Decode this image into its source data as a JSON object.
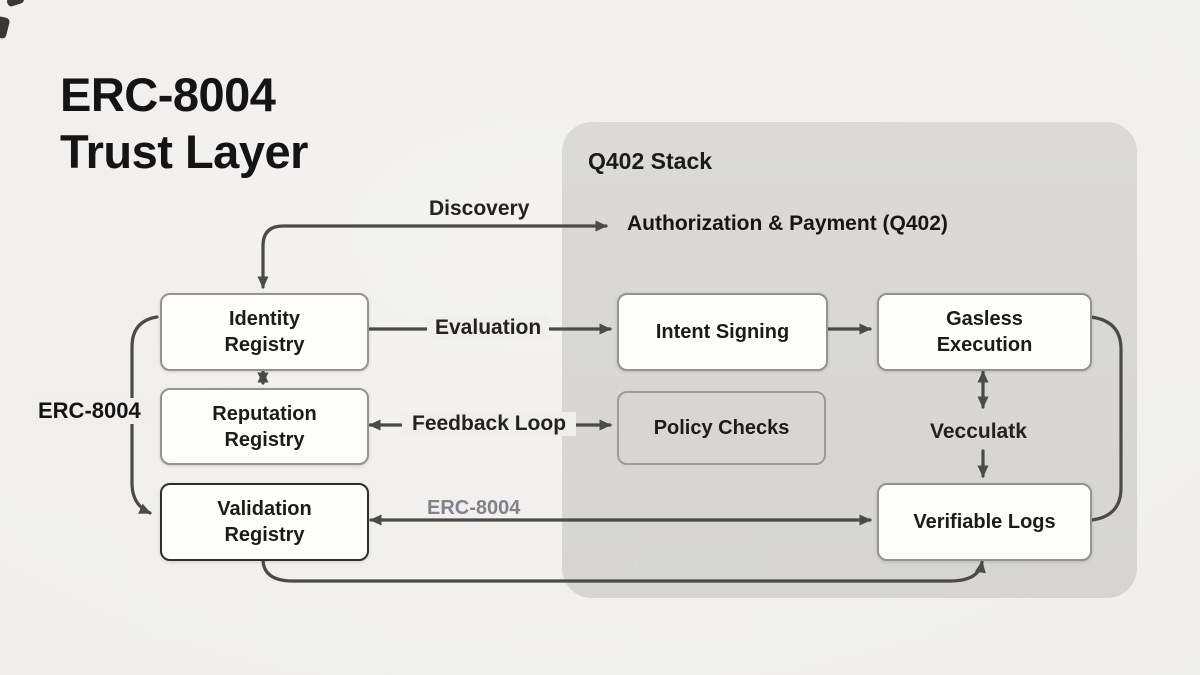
{
  "title": "ERC-8004\nTrust Layer",
  "panel": {
    "label": "Q402 Stack"
  },
  "nodes": {
    "auth_payment": {
      "label": "Authorization & Payment (Q402)"
    },
    "identity_registry": {
      "label": "Identity\nRegistry"
    },
    "reputation_registry": {
      "label": "Reputation\nRegistry"
    },
    "validation_registry": {
      "label": "Validation\nRegistry"
    },
    "intent_signing": {
      "label": "Intent Signing"
    },
    "policy_checks": {
      "label": "Policy Checks"
    },
    "gasless_execution": {
      "label": "Gasless\nExecution"
    },
    "verifiable_logs": {
      "label": "Verifiable Logs"
    }
  },
  "edge_labels": {
    "discovery": "Discovery",
    "evaluation": "Evaluation",
    "feedback_loop": "Feedback Loop",
    "validation_link": "ERC-8004",
    "trust_bracket": "ERC-8004",
    "verification_flow": "Vecculatk"
  },
  "colors": {
    "background": "#f0efed",
    "panel": "#d8d7d5",
    "node_fill": "#fdfdfc",
    "node_border": "#94948e",
    "validation_border": "#2e2e2c",
    "arrow": "#4a4a48",
    "muted_label": "#82828a",
    "text": "#1b1b1a"
  }
}
